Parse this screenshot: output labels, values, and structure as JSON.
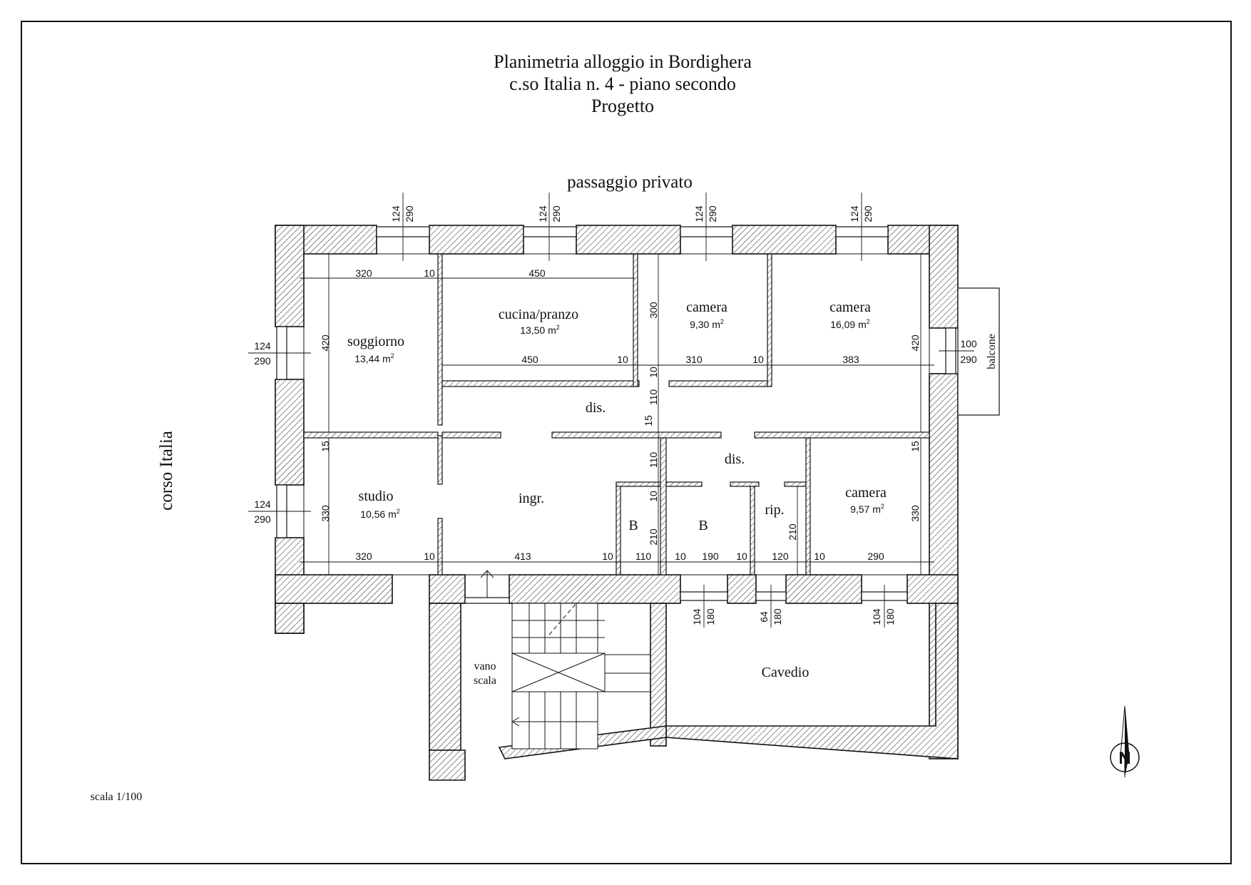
{
  "title": {
    "line1": "Planimetria alloggio in Bordighera",
    "line2": "c.so Italia n. 4 - piano secondo",
    "line3": "Progetto"
  },
  "streets": {
    "top": "passaggio privato",
    "left": "corso Italia"
  },
  "rooms": {
    "soggiorno": {
      "name": "soggiorno",
      "area": "13,44 m"
    },
    "cucina": {
      "name": "cucina/pranzo",
      "area": "13,50 m"
    },
    "camera1": {
      "name": "camera",
      "area": "9,30 m"
    },
    "camera2": {
      "name": "camera",
      "area": "16,09 m"
    },
    "dis1": {
      "name": "dis."
    },
    "dis2": {
      "name": "dis."
    },
    "studio": {
      "name": "studio",
      "area": "10,56 m"
    },
    "ingr": {
      "name": "ingr."
    },
    "b1": {
      "name": "B"
    },
    "b2": {
      "name": "B"
    },
    "rip": {
      "name": "rip."
    },
    "camera3": {
      "name": "camera",
      "area": "9,57 m"
    },
    "cavedio": {
      "name": "Cavedio"
    },
    "vano1": {
      "name": "vano"
    },
    "vano2": {
      "name": "scala"
    },
    "balcone": {
      "name": "balcone"
    }
  },
  "area_sup": "2",
  "dims": {
    "w1a": "124",
    "w1b": "290",
    "w2a": "124",
    "w2b": "290",
    "w3a": "124",
    "w3b": "290",
    "w4a": "124",
    "w4b": "290",
    "wl1a": "124",
    "wl1b": "290",
    "wl2a": "124",
    "wl2b": "290",
    "wr1a": "100",
    "wr1b": "290",
    "wb1a": "104",
    "wb1b": "180",
    "wb2a": "64",
    "wb2b": "180",
    "wb3a": "104",
    "wb3b": "180",
    "top320": "320",
    "top10a": "10",
    "top450": "450",
    "mid450": "450",
    "mid10a": "10",
    "mid10b": "10",
    "mid310": "310",
    "mid10c": "10",
    "mid383": "383",
    "v420a": "420",
    "v300": "300",
    "v110a": "110",
    "v15a": "15",
    "v420b": "420",
    "v15b": "15",
    "v330a": "330",
    "v110b": "110",
    "v10": "10",
    "v210a": "210",
    "v210b": "210",
    "v15c": "15",
    "v330b": "330",
    "bot320": "320",
    "bot10a": "10",
    "bot413": "413",
    "bot10b": "10",
    "bot110": "110",
    "bot10c": "10",
    "bot190": "190",
    "bot10d": "10",
    "bot120": "120",
    "bot10e": "10",
    "bot290": "290"
  },
  "scale": "scala 1/100",
  "north": "N"
}
